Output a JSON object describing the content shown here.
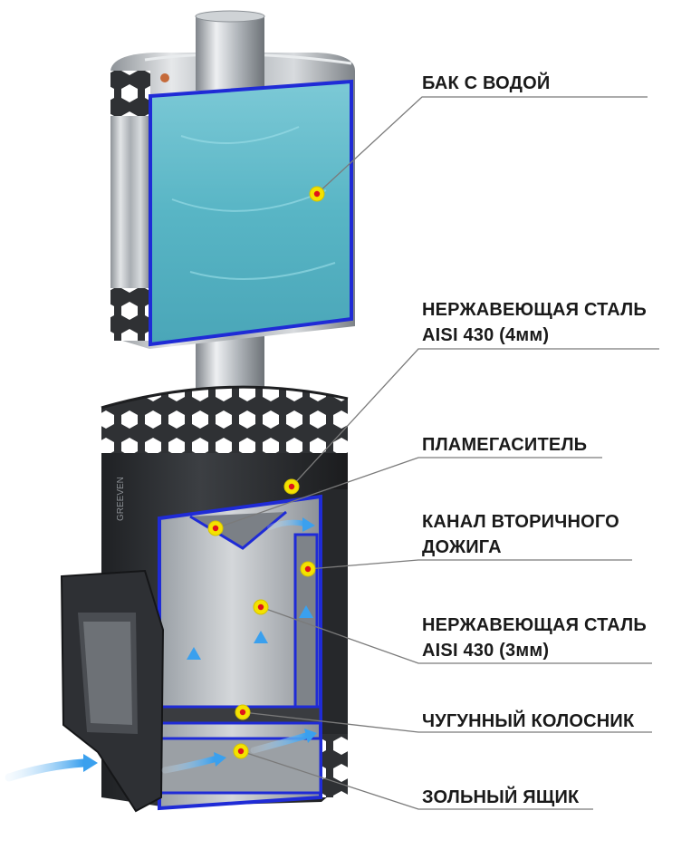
{
  "labels": [
    {
      "lines": [
        "БАК С ВОДОЙ"
      ]
    },
    {
      "lines": [
        "НЕРЖАВЕЮЩАЯ СТАЛЬ",
        "AISI 430  (4мм)"
      ]
    },
    {
      "lines": [
        "ПЛАМЕГАСИТЕЛЬ"
      ]
    },
    {
      "lines": [
        "КАНАЛ ВТОРИЧНОГО",
        "ДОЖИГА"
      ]
    },
    {
      "lines": [
        "НЕРЖАВЕЮЩАЯ СТАЛЬ",
        "AISI 430  (3мм)"
      ]
    },
    {
      "lines": [
        "ЧУГУННЫЙ КОЛОСНИК"
      ]
    },
    {
      "lines": [
        "ЗОЛЬНЫЙ ЯЩИК"
      ]
    }
  ],
  "brand_mark": "GREEVEN",
  "colors": {
    "water": "#5ab8c8",
    "frame_blue": "#1f2bd6",
    "steel": "#b9bdc2",
    "dark_body": "#2b2d30",
    "marker": "#f4e200",
    "marker_dot": "#e0121b",
    "airflow": "#3aa0ee"
  }
}
